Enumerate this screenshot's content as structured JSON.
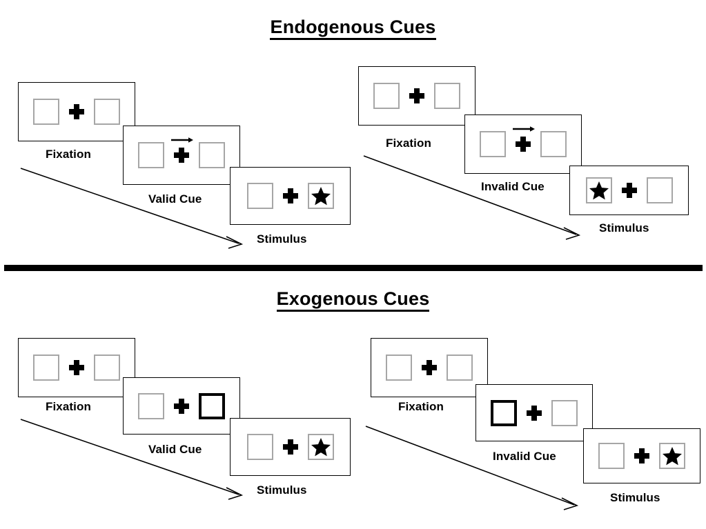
{
  "figure": {
    "sections": [
      {
        "id": "endogenous",
        "title": "Endogenous Cues",
        "conditions": [
          {
            "id": "endogenous-valid",
            "cue_type": "arrow",
            "frames": [
              {
                "caption": "Fixation",
                "cue_side": "none",
                "target_side": "none",
                "arrow": false
              },
              {
                "caption": "Valid Cue",
                "cue_side": "right",
                "target_side": "none",
                "arrow": true
              },
              {
                "caption": "Stimulus",
                "cue_side": "none",
                "target_side": "right",
                "arrow": false
              }
            ]
          },
          {
            "id": "endogenous-invalid",
            "cue_type": "arrow",
            "frames": [
              {
                "caption": "Fixation",
                "cue_side": "none",
                "target_side": "none",
                "arrow": false
              },
              {
                "caption": "Invalid Cue",
                "cue_side": "right",
                "target_side": "none",
                "arrow": true
              },
              {
                "caption": "Stimulus",
                "cue_side": "none",
                "target_side": "left",
                "arrow": false
              }
            ]
          }
        ]
      },
      {
        "id": "exogenous",
        "title": "Exogenous Cues",
        "conditions": [
          {
            "id": "exogenous-valid",
            "cue_type": "box-flash",
            "frames": [
              {
                "caption": "Fixation",
                "cue_side": "none",
                "target_side": "none",
                "arrow": false
              },
              {
                "caption": "Valid Cue",
                "cue_side": "right",
                "target_side": "none",
                "arrow": false
              },
              {
                "caption": "Stimulus",
                "cue_side": "none",
                "target_side": "right",
                "arrow": false
              }
            ]
          },
          {
            "id": "exogenous-invalid",
            "cue_type": "box-flash",
            "frames": [
              {
                "caption": "Fixation",
                "cue_side": "none",
                "target_side": "none",
                "arrow": false
              },
              {
                "caption": "Invalid Cue",
                "cue_side": "left",
                "target_side": "none",
                "arrow": false
              },
              {
                "caption": "Stimulus",
                "cue_side": "none",
                "target_side": "right",
                "arrow": false
              }
            ]
          }
        ]
      }
    ],
    "colors": {
      "frame_border": "#000000",
      "box_border": "#a6a6a6",
      "cued_box_border": "#000000",
      "target_fill": "#000000",
      "background": "#ffffff",
      "divider": "#000000"
    }
  }
}
